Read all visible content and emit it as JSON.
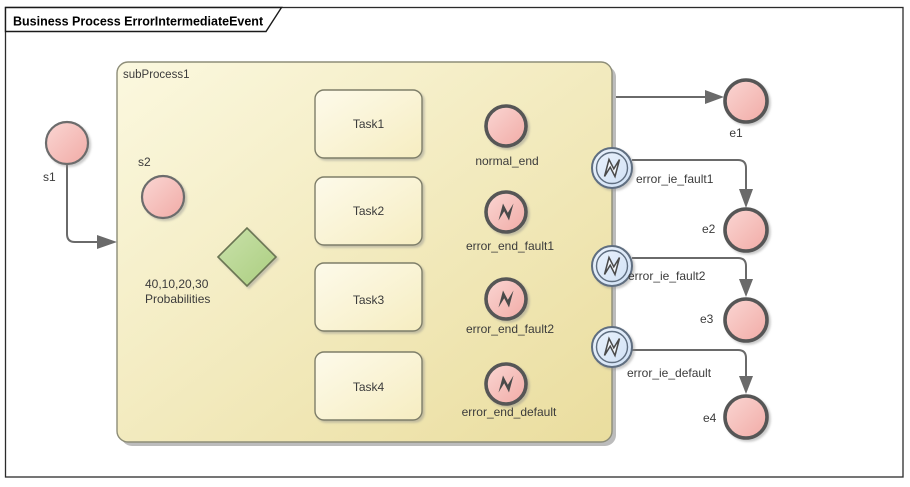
{
  "title": "Business Process ErrorIntermediateEvent",
  "subprocess": {
    "label": "subProcess1"
  },
  "gateway": {
    "line1": "40,10,20,30",
    "line2": "Probabilities"
  },
  "tasks": {
    "task1": "Task1",
    "task2": "Task2",
    "task3": "Task3",
    "task4": "Task4"
  },
  "events": {
    "s1": "s1",
    "s2": "s2",
    "normal_end": "normal_end",
    "error_end_fault1": "error_end_fault1",
    "error_end_fault2": "error_end_fault2",
    "error_end_default": "error_end_default",
    "error_ie_fault1": "error_ie_fault1",
    "error_ie_fault2": "error_ie_fault2",
    "error_ie_default": "error_ie_default",
    "e1": "e1",
    "e2": "e2",
    "e3": "e3",
    "e4": "e4"
  },
  "colors": {
    "event_pink": "#f6c3bf",
    "boundary_blue": "#dce9f8",
    "subprocess_yellow": "#f7f2cf",
    "task_yellow": "#fbf7dd",
    "gateway_green": "#bcdb96",
    "connector_gray": "#6a6a6a",
    "frame_black": "#1a1a1a"
  }
}
